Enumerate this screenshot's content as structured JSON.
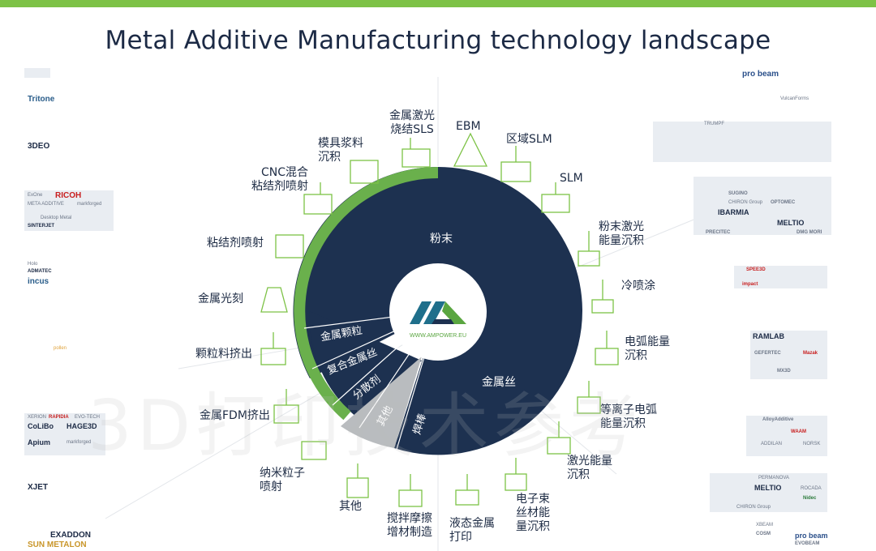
{
  "header": {
    "title": "Metal Additive Manufacturing technology landscape"
  },
  "center": {
    "url": "WWW.AMPOWER.EU"
  },
  "segments": {
    "powder": "粉末",
    "wire": "金属丝",
    "metal_particle": "金属颗粒",
    "composite_wire": "复合金属丝",
    "dispersant": "分散剂",
    "other": "其他",
    "welding": "焊棒"
  },
  "technologies": {
    "metal_laser_sls": "金属激光\n烧结SLS",
    "ebm": "EBM",
    "area_slm": "区域SLM",
    "slm": "SLM",
    "mold_slurry": "模具浆料\n沉积",
    "cnc_binder": "CNC混合\n粘结剂喷射",
    "binder_jetting": "粘结剂喷射",
    "metal_lithography": "金属光刻",
    "pellet_extrusion": "颗粒料挤出",
    "metal_fdm": "金属FDM挤出",
    "nanoparticle_jetting": "纳米粒子\n喷射",
    "other_tech": "其他",
    "friction_stir": "搅拌摩擦\n增材制造",
    "liquid_metal": "液态金属\n打印",
    "powder_laser_ded": "粉末激光\n能量沉积",
    "cold_spray": "冷喷涂",
    "arc_ded": "电弧能量\n沉积",
    "plasma_arc": "等离子电弧\n能量沉积",
    "laser_ded": "激光能量\n沉积",
    "ebeam_wire": "电子束\n丝材能\n量沉积"
  },
  "companies_left": {
    "tritone": "Tritone",
    "3deo": "3DEO",
    "ricoh": "RICOH",
    "exone": "ExOne",
    "meta_additive": "META ADDITIVE",
    "markforged": "markforged",
    "desktop_metal": "Desktop Metal",
    "sinterjet": "SINTERJET",
    "holo": "Holo",
    "admatec": "ADMATEC",
    "incus": "incus",
    "pollen": "pollen",
    "xerion": "XERION",
    "rapidia": "RAPIDIA",
    "evo_tech": "EVO-TECH",
    "colibo": "CoLiBo",
    "hage3d": "HAGE3D",
    "apium": "Apium",
    "xjet": "XJET",
    "exaddon": "EXADDON",
    "sun_metalon": "SUN METALON"
  },
  "companies_right": {
    "pro_beam": "pro beam",
    "vulcanforms": "VulcanForms",
    "trumpf": "TRUMPF",
    "sugino": "SUGINO",
    "chiron": "CHIRON Group",
    "optomec": "OPTOMEC",
    "ibarmia": "IBARMIA",
    "meltio": "MELTIO",
    "precitec": "PRECITEC",
    "dmg_mori": "DMG MORI",
    "speed3d": "SPEE3D",
    "impact": "impact",
    "ramlab": "RAMLAB",
    "gefertec": "GEFERTEC",
    "mazak": "Mazak",
    "mx3d": "MX3D",
    "alloy_additive": "AlloyAdditive",
    "waam": "WAAM",
    "addilan": "ADDILAN",
    "norsk": "NORSK",
    "permanova": "PERMANOVA",
    "rocada": "ROCADA",
    "nidec": "Nidec",
    "xbeam": "XBEAM",
    "cosm": "COSM",
    "evobeam": "EVOBEAM",
    "pro_beam_2": "pro beam"
  },
  "watermark": {
    "text": "3D打印技术参考"
  },
  "colors": {
    "navy": "#1d3150",
    "green": "#6ab04c",
    "gray": "#b9bcbf",
    "accent_green": "#7dc246",
    "icon_green": "#5aa640"
  }
}
